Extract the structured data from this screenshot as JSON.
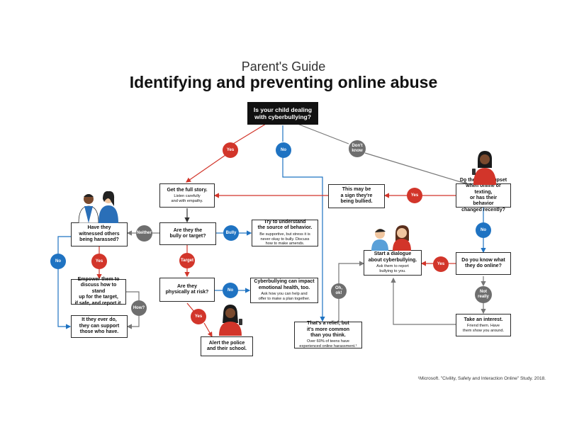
{
  "header": {
    "subtitle": "Parent's Guide",
    "title": "Identifying and preventing online abuse"
  },
  "boxes": {
    "start": {
      "title": "Is your child dealing\nwith cyberbullying?"
    },
    "full_story": {
      "title": "Get the full story.",
      "sub": "Listen carefully\nand with empathy."
    },
    "sign_bullied": {
      "title": "This may be\na sign they're\nbeing bullied."
    },
    "upset": {
      "title": "Do they seem upset\nwhen online or texting,\nor has their behavior\nchanged recently?"
    },
    "witnessed": {
      "title": "Have they\nwitnessed others\nbeing harassed?"
    },
    "bully_or_target": {
      "title": "Are they the\nbully or target?"
    },
    "understand": {
      "title": "Try to understand\nthe source of behavior.",
      "sub": "Be supportive, but stress it is\nnever okay to bully. Discuss\nhow to make amends."
    },
    "dialogue": {
      "title": "Start a dialogue\nabout cyberbullying.",
      "sub": "Ask them to report\nbullying to you."
    },
    "know_online": {
      "title": "Do you know what\nthey do online?"
    },
    "empower": {
      "title": "Empower them to\ndiscuss how to stand\nup for the target,\nif safe, and report it."
    },
    "physically": {
      "title": "Are they\nphysically at risk?"
    },
    "impact": {
      "title": "Cyberbullying can impact\nemotional health, too.",
      "sub": "Ask how you can help and\noffer to make a plan together."
    },
    "if_ever": {
      "title": "It they ever do,\nthey can support\nthose who have."
    },
    "relief": {
      "title": "That's a relief, but\nit's more common\nthan you think.",
      "sub": "Over 60% of teens have\nexperienced online harassment.¹"
    },
    "interest": {
      "title": "Take an interest.",
      "sub": "Friend them. Have\nthem show you around."
    },
    "police": {
      "title": "Alert the police\nand their school."
    }
  },
  "badges": {
    "yes_start": "Yes",
    "no_start": "No",
    "dont_know": "Don't\nknow",
    "yes_upset": "Yes",
    "no_upset": "No",
    "neither": "Neither",
    "bully": "Bully",
    "target": "Target",
    "no_witnessed": "No",
    "yes_witnessed": "Yes",
    "no_physical": "No",
    "yes_physical": "Yes",
    "how": "How?",
    "oh_ok": "Oh,\nok!",
    "yes_know": "Yes",
    "not_really": "Not\nreally"
  },
  "footnote": "¹Microsoft. \"Civility, Safety and Interaction Online\" Study. 2018.",
  "colors": {
    "red": "#d2352a",
    "blue": "#1f73c2",
    "grey": "#6e6e6e",
    "arrow_dark": "#333333",
    "skin_dark": "#7a4a2e",
    "skin_light": "#f0c6a0"
  }
}
